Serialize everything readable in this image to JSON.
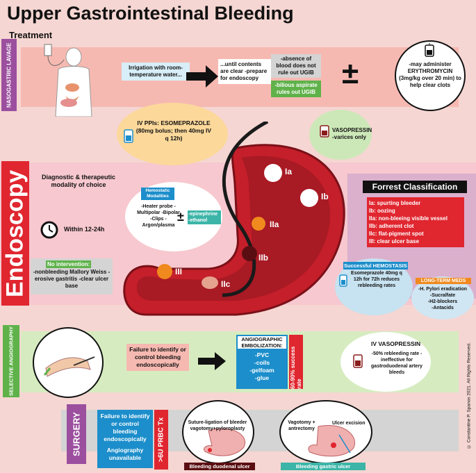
{
  "title": "Upper Gastrointestinal Bleeding",
  "treatment_label": "Treatment",
  "ng": {
    "label": "NASOGASTRIC LAVAGE",
    "irrigation": "Irrigation with room-temperature water...",
    "until_contents": "...until contents are clear -prepare for endoscopy",
    "absence": "-absence of blood does not rule out UGIB",
    "bilious": "-bilious aspirate rules out UGIB",
    "plusminus": "±",
    "erythro": "-may administer ERYTHROMYCIN (3mg/kg over 20 min) to help clear clots"
  },
  "endoscopy": {
    "label": "Endoscopy",
    "ppi": "IV PPIs: ESOMEPRAZOLE (80mg bolus; then 40mg IV q 12h)",
    "vaso": "VASOPRESSIN -varices only",
    "diagnostic": "Diagnostic & therapeutic modality of choice",
    "within": "Within 12-24h",
    "no_int_title": "No intervention:",
    "no_int_items": "-nonbleeding Mallory Weiss -erosive gastritis -clear ulcer base",
    "hemo_title": "Hemostatic Modalities",
    "hemo_items": "-Heater probe -Multipolar -Bipolar -Clips -Argon/plasma",
    "hemo_pm": "±",
    "epi": "-epinephrine -ethanol",
    "forrest_title": "Forrest Classification",
    "forrest_items": [
      "Ia: spurting bleeder",
      "Ib: oozing",
      "IIa: non-bleeing visible vessel",
      "IIb: adherent clot",
      "IIc: flat-pigment spot",
      "III: clear ulcer base"
    ],
    "stomach_labels": [
      "Ia",
      "Ib",
      "IIa",
      "IIb",
      "IIc",
      "III"
    ],
    "success_title": "Successful HEMOSTASIS",
    "success_text": "Esomeprazole 40mg q 12h for 72h reduces rebleeding rates",
    "longterm_title": "LONG-TERM MEDS",
    "longterm_items": [
      "-H. Pylori eradication",
      "-Sucralfate",
      "-H2-blockers",
      "-Antacids"
    ]
  },
  "angio": {
    "label": "SELECTIVE ANGIOGRAPHY",
    "failure": "Failure to identify or control bleeding endoscopically",
    "embol_title": "ANGIOGRAPHIC EMBOLIZATION:",
    "embol_items": [
      "-PVC",
      "-coils",
      "-gelfoam",
      "-glue"
    ],
    "success_rate": "60-90% success rate",
    "iv_vaso_title": "IV VASOPRESSIN",
    "iv_vaso_text": "-50% rebleeding rate -ineffective for gastroduodenal artery bleeds"
  },
  "surgery": {
    "label": "SURGERY",
    "failure": "Failure to identify or control bleeding endoscopically",
    "angio_unavail": "Angiography unavailable",
    "prbc": ">6U PRBC Tx",
    "suture": "Suture-ligation of bleeder vagotomy+pyloroplasty",
    "duodenal": "Bleeding duodenal ulcer",
    "vagotomy": "Vagotomy + antrectomy",
    "excision": "Ulcer excision",
    "gastric": "Bleeding gastric ulcer"
  },
  "copyright": "© Constantine P. Spanos 2021. All Rights Reserved.",
  "colors": {
    "purple": "#9b4f9e",
    "red": "#e0262f",
    "green": "#5fb24a",
    "blue": "#1c8ecb",
    "orange": "#f08a1e",
    "black": "#111111"
  }
}
